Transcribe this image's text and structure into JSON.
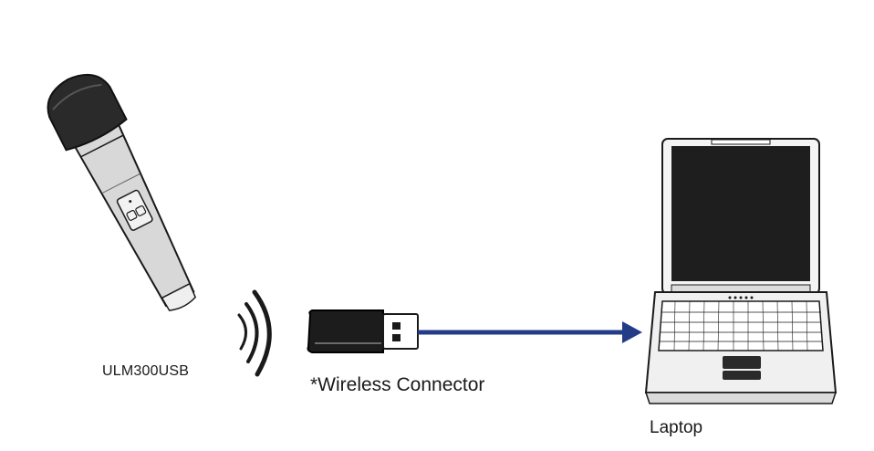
{
  "labels": {
    "microphone": "ULM300USB",
    "dongle": "*Wireless Connector",
    "laptop": "Laptop"
  },
  "icons": {
    "microphone": "handheld-microphone-icon",
    "signal": "wireless-signal-icon",
    "dongle": "usb-dongle-icon",
    "arrow": "connection-arrow-icon",
    "laptop": "laptop-icon"
  },
  "colors": {
    "arrow": "#233c88",
    "outline": "#1a1a1a",
    "mic_body": "#d9d9d9",
    "screen": "#1a1a1a"
  }
}
